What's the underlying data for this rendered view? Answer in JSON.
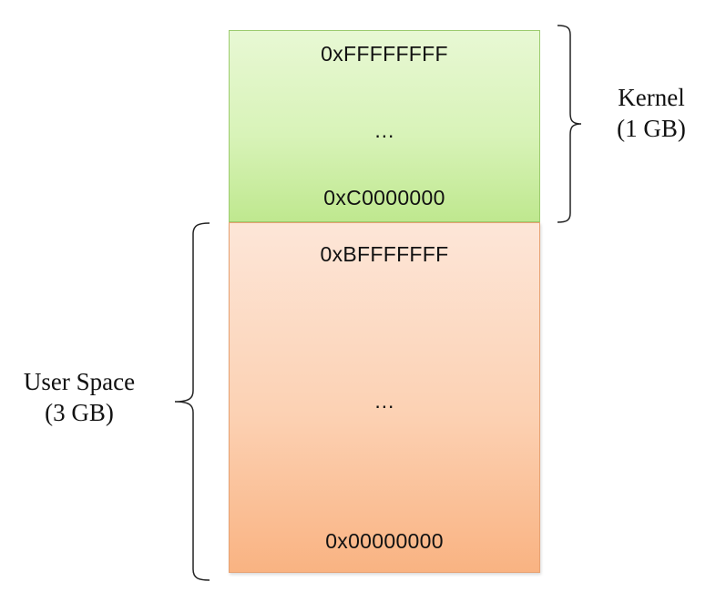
{
  "kernel": {
    "top_address": "0xFFFFFFFF",
    "middle": "…",
    "bottom_address": "0xC0000000",
    "label_line1": "Kernel",
    "label_line2": "(1 GB)",
    "color": "#d8f3b8"
  },
  "user_space": {
    "top_address": "0xBFFFFFFF",
    "middle": "…",
    "bottom_address": "0x00000000",
    "label_line1": "User Space",
    "label_line2": "(3 GB)",
    "color": "#fcd1b3"
  }
}
